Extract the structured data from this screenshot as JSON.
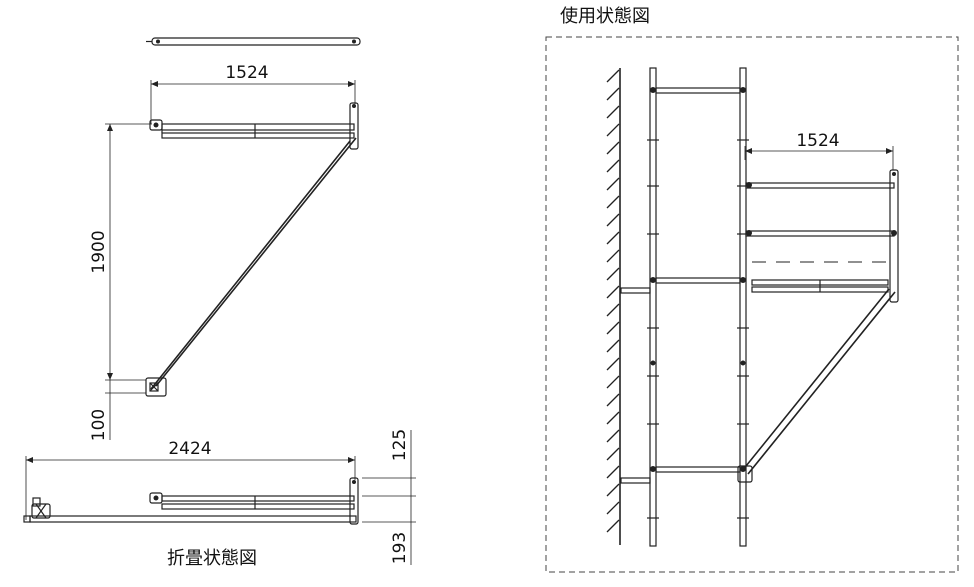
{
  "captions": {
    "usage": "使用状態図",
    "folded": "折畳状態図"
  },
  "dimensions": {
    "width_top": "1524",
    "height_1900": "1900",
    "height_100": "100",
    "width_folded": "2424",
    "h_125": "125",
    "h_193": "193",
    "width_usage": "1524"
  }
}
